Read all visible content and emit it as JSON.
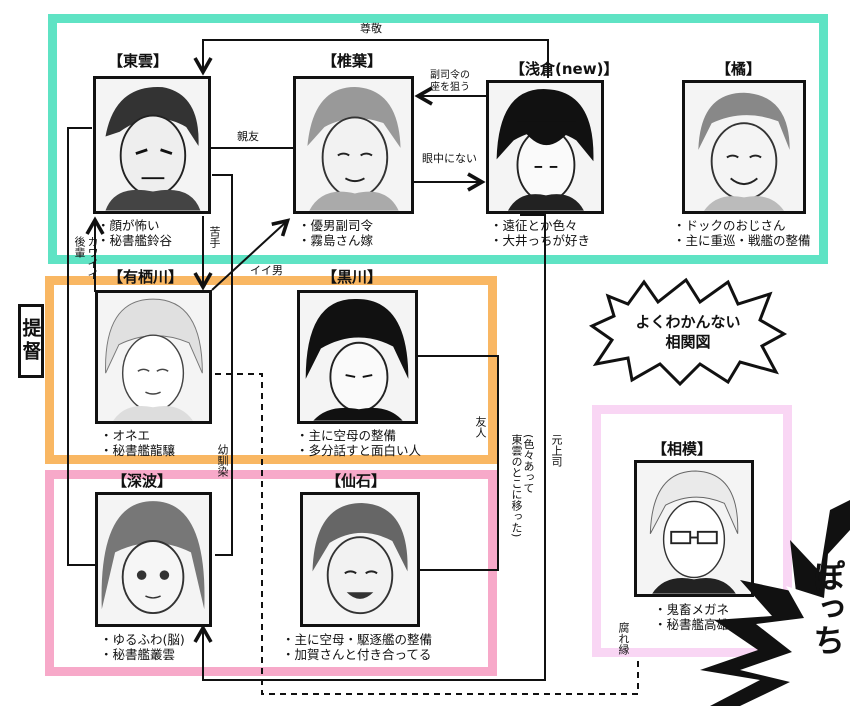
{
  "people": {
    "shinonome": {
      "name": "【東雲】",
      "desc": [
        "・顔が怖い",
        "・秘書艦鈴谷"
      ]
    },
    "shiiba": {
      "name": "【椎葉】",
      "desc": [
        "・優男副司令",
        "・霧島さん嫁"
      ]
    },
    "asakura": {
      "name": "【浅倉(new)】",
      "desc": [
        "・遠征とか色々",
        "・大井っちが好き"
      ]
    },
    "tachibana": {
      "name": "【橘】",
      "desc": [
        "・ドックのおじさん",
        "・主に重巡・戦艦の整備"
      ]
    },
    "arisugawa": {
      "name": "【有栖川】",
      "desc": [
        "・オネエ",
        "・秘書艦龍驤"
      ]
    },
    "kurokawa": {
      "name": "【黒川】",
      "desc": [
        "・主に空母の整備",
        "・多分話すと面白い人"
      ]
    },
    "fukanami": {
      "name": "【深波】",
      "desc": [
        "・ゆるふわ(脳)",
        "・秘書艦叢雲"
      ]
    },
    "sengoku": {
      "name": "【仙石】",
      "desc": [
        "・主に空母・駆逐艦の整備",
        "・加賀さんと付き合ってる"
      ]
    },
    "sagami": {
      "name": "【相模】",
      "desc": [
        "・鬼畜メガネ",
        "・秘書艦高雄"
      ]
    }
  },
  "relations": {
    "sonkei": "尊敬",
    "fukushirei": "副司令の\n座を狙う",
    "shinyu": "親友",
    "ganchu": "眼中にない",
    "nigate": "苦手",
    "iiotoko": "イイ男",
    "kawaii": "カワイイ",
    "kohai": "後輩",
    "osananajimi": "幼馴染",
    "yujin": "友人",
    "motojoushi": "元上司",
    "motojoushi_note": "(色々あって\n東雲のとこに移った)",
    "kusareen": "腐れ縁"
  },
  "teitoku": "提督",
  "bubble_text": [
    "よくわかんない",
    "相関図"
  ],
  "sfx": "ぽっち",
  "colors": {
    "top_band": "#5fe3c4",
    "mid_band": "#f9b763",
    "bot_band": "#f7a9c9",
    "right_band": "#f9d6f4"
  }
}
